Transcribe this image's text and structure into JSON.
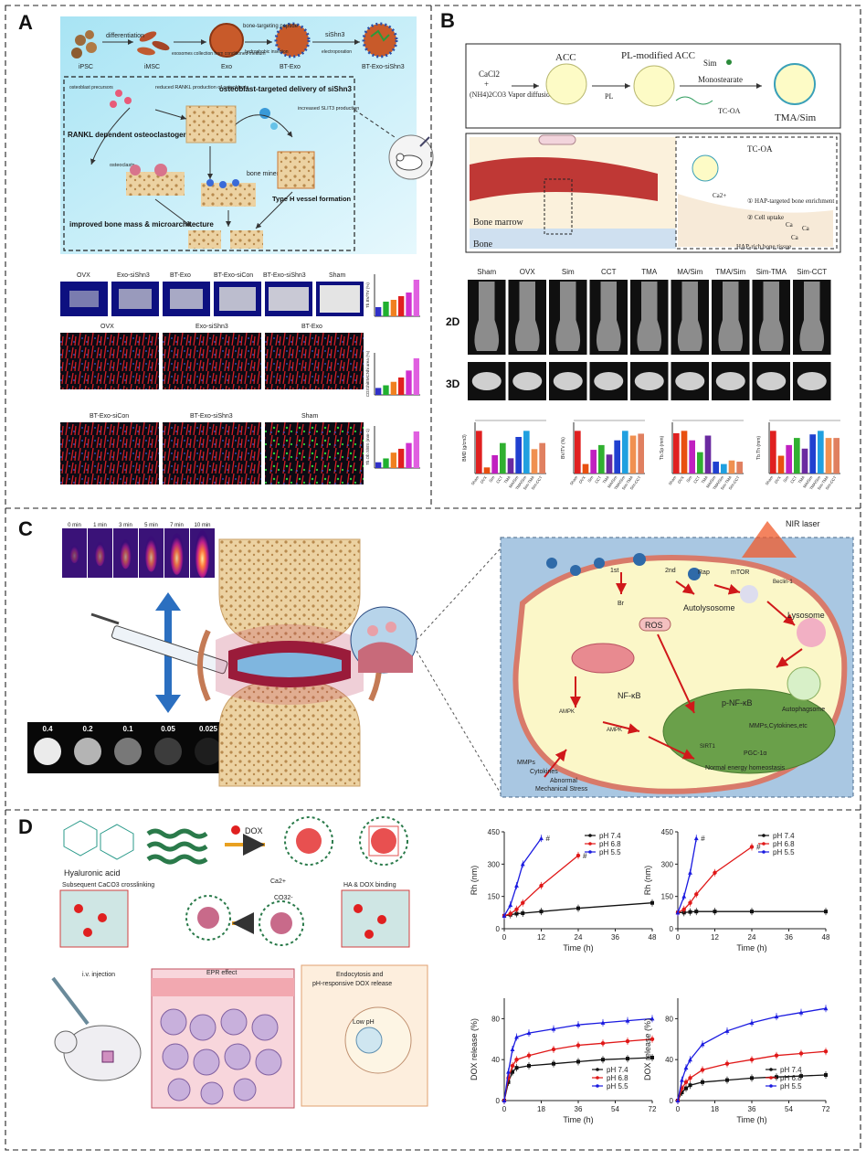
{
  "panels": {
    "A": {
      "letter": "A",
      "scheme": {
        "cells": [
          "iPSC",
          "iMSC",
          "Exo",
          "BT-Exo",
          "BT-Exo-siShn3"
        ],
        "arrows": [
          "differentiation",
          "exosomes collection from conditioned medium",
          "bone-targeting peptide",
          "hydrophobic insertion",
          "siShn3",
          "electroporation"
        ],
        "texts": [
          "osteoblast precursors",
          "reduced RANKL production of osteoblasts",
          "osteoblast-targeted delivery of siShn3",
          "increased SLIT3 production",
          "RANKL dependent osteoclastogenesis",
          "osteoclasts",
          "bone mineralization",
          "Type H vessel formation",
          "improved bone mass & microarchitecture"
        ]
      },
      "ct_labels": [
        "OVX",
        "Exo-siShn3",
        "BT-Exo",
        "BT-Exo-siCon",
        "BT-Exo-siShn3",
        "Sham"
      ],
      "if_labels_row1": [
        "OVX",
        "Exo-siShn3",
        "BT-Exo"
      ],
      "if_labels_row2": [
        "BT-Exo-siCon",
        "BT-Exo-siShn3",
        "Sham"
      ],
      "bar_ylabels": [
        "Tb.BV/TV (%)",
        "CD31hiEMCNhi area (%)",
        "Tb.Ob.S/BS (mm-1)"
      ],
      "bar_values": [
        [
          5,
          8,
          9,
          11,
          13,
          20
        ],
        [
          8,
          11,
          15,
          20,
          28,
          42
        ],
        [
          3,
          5,
          8,
          10,
          13,
          19
        ]
      ],
      "bar_colors": [
        "#3030c8",
        "#20b030",
        "#f08020",
        "#e02020",
        "#d030d0",
        "#e060e0"
      ]
    },
    "B": {
      "letter": "B",
      "scheme": {
        "reagents": [
          "CaCl2",
          "+",
          "(NH4)2CO3"
        ],
        "steps": [
          "Vapor diffusion",
          "PL",
          "Monostearate"
        ],
        "particles": [
          "ACC",
          "PL-modified ACC",
          "Sim",
          "TC-OA",
          "TMA/Sim"
        ],
        "tissue": [
          "Bone marrow",
          "Bone",
          "TC-OA",
          "Ca2+",
          "① HAP-targeted bone enrichment",
          "② Cell uptake",
          "Ca",
          "Ca",
          "Ca",
          "HAP-rich bone tissue"
        ]
      },
      "groups": [
        "Sham",
        "OVX",
        "Sim",
        "CCT",
        "TMA",
        "MA/Sim",
        "TMA/Sim",
        "Sim-TMA",
        "Sim-CCT"
      ],
      "row_labels": [
        "2D",
        "3D"
      ],
      "bar_ylabels": [
        "BMD (g/cm3)",
        "BV/TV (%)",
        "Tb.Sp (mm)",
        "Tb.Th (mm)"
      ],
      "bar_values": [
        [
          0.14,
          0.02,
          0.06,
          0.1,
          0.05,
          0.12,
          0.14,
          0.08,
          0.1
        ],
        [
          45,
          10,
          25,
          30,
          20,
          35,
          45,
          40,
          42
        ],
        [
          1.7,
          1.8,
          1.4,
          0.9,
          1.6,
          0.5,
          0.4,
          0.55,
          0.5
        ],
        [
          0.12,
          0.05,
          0.08,
          0.1,
          0.07,
          0.11,
          0.12,
          0.1,
          0.1
        ]
      ],
      "bar_colors": [
        "#e02020",
        "#e85010",
        "#c020c0",
        "#30b030",
        "#6a2aa0",
        "#2040d0",
        "#20a0e0",
        "#f09050",
        "#e08060"
      ]
    },
    "C": {
      "letter": "C",
      "times": [
        "0 min",
        "1 min",
        "3 min",
        "5 min",
        "7 min",
        "10 min"
      ],
      "concentrations": [
        "0.4",
        "0.2",
        "0.1",
        "0.05",
        "0.025"
      ],
      "laser": "NIR laser",
      "labels": [
        "1st",
        "2nd",
        "Rap",
        "mTOR",
        "Beclin-1",
        "Br",
        "Autolysosome",
        "Lysosome",
        "ROS",
        "Autophagsome",
        "NF-κB",
        "p-NF-κB",
        "AMPK",
        "AMPK",
        "MMPs,Cytokines,etc",
        "SIRT1",
        "PGC-1α",
        "Normal energy homeostasis",
        "MMPs",
        "Cytokines",
        "Abnormal",
        "Mechanical Stress"
      ]
    },
    "D": {
      "letter": "D",
      "scheme": {
        "texts": [
          "Hyaluronic acid",
          "DOX",
          "Ca2+",
          "CO32-",
          "Subsequent CaCO3 crosslinking",
          "HA & DOX binding",
          "i.v. injection",
          "EPR effect",
          "Endocytosis and",
          "pH-responsive DOX release",
          "Low pH"
        ]
      },
      "rh_charts": [
        {
          "ylabel": "Rh (nm)",
          "xlabel": "Time (h)",
          "xlim": [
            0,
            48
          ],
          "ylim": [
            0,
            450
          ],
          "xticks": [
            "0",
            "12",
            "24",
            "36",
            "48"
          ],
          "yticks": [
            "0",
            "150",
            "300",
            "450"
          ],
          "legend": [
            "pH 7.4",
            "pH 6.8",
            "pH 5.5"
          ],
          "series": [
            {
              "name": "pH 7.4",
              "x": [
                0,
                2,
                4,
                6,
                12,
                24,
                48
              ],
              "y": [
                60,
                65,
                70,
                72,
                80,
                95,
                120
              ],
              "color": "#111111"
            },
            {
              "name": "pH 6.8",
              "x": [
                0,
                2,
                4,
                6,
                12,
                24
              ],
              "y": [
                60,
                70,
                90,
                120,
                200,
                340
              ],
              "color": "#e01818"
            },
            {
              "name": "pH 5.5",
              "x": [
                0,
                2,
                4,
                6,
                12
              ],
              "y": [
                60,
                110,
                200,
                300,
                420
              ],
              "color": "#1a1ae0"
            }
          ]
        },
        {
          "ylabel": "Rh (nm)",
          "xlabel": "Time (h)",
          "xlim": [
            0,
            48
          ],
          "ylim": [
            0,
            450
          ],
          "xticks": [
            "0",
            "12",
            "24",
            "36",
            "48"
          ],
          "yticks": [
            "0",
            "150",
            "300",
            "450"
          ],
          "legend": [
            "pH 7.4",
            "pH 6.8",
            "pH 5.5"
          ],
          "series": [
            {
              "name": "pH 7.4",
              "x": [
                0,
                2,
                4,
                6,
                12,
                24,
                48
              ],
              "y": [
                75,
                75,
                78,
                80,
                80,
                80,
                80
              ],
              "color": "#111111"
            },
            {
              "name": "pH 6.8",
              "x": [
                0,
                2,
                4,
                6,
                12,
                24
              ],
              "y": [
                75,
                90,
                120,
                160,
                260,
                380
              ],
              "color": "#e01818"
            },
            {
              "name": "pH 5.5",
              "x": [
                0,
                2,
                4,
                6
              ],
              "y": [
                75,
                150,
                260,
                420
              ],
              "color": "#1a1ae0"
            }
          ]
        }
      ],
      "release_charts": [
        {
          "ylabel": "DOX release (%)",
          "xlabel": "Time (h)",
          "xlim": [
            0,
            72
          ],
          "ylim": [
            0,
            100
          ],
          "xticks": [
            "0",
            "18",
            "36",
            "54",
            "72"
          ],
          "yticks": [
            "0",
            "40",
            "80"
          ],
          "legend": [
            "pH 7.4",
            "pH 6.8",
            "pH 5.5"
          ],
          "series": [
            {
              "name": "pH 7.4",
              "x": [
                0,
                2,
                4,
                6,
                12,
                24,
                36,
                48,
                60,
                72
              ],
              "y": [
                0,
                18,
                28,
                32,
                34,
                36,
                38,
                40,
                41,
                42
              ],
              "color": "#111111"
            },
            {
              "name": "pH 6.8",
              "x": [
                0,
                2,
                4,
                6,
                12,
                24,
                36,
                48,
                60,
                72
              ],
              "y": [
                0,
                22,
                34,
                40,
                44,
                50,
                54,
                56,
                58,
                60
              ],
              "color": "#e01818"
            },
            {
              "name": "pH 5.5",
              "x": [
                0,
                2,
                4,
                6,
                12,
                24,
                36,
                48,
                60,
                72
              ],
              "y": [
                0,
                28,
                50,
                62,
                66,
                70,
                74,
                76,
                78,
                80
              ],
              "color": "#1a1ae0"
            }
          ]
        },
        {
          "ylabel": "DOX release (%)",
          "xlabel": "Time (h)",
          "xlim": [
            0,
            72
          ],
          "ylim": [
            0,
            100
          ],
          "xticks": [
            "0",
            "18",
            "36",
            "54",
            "72"
          ],
          "yticks": [
            "0",
            "40",
            "80"
          ],
          "legend": [
            "pH 7.4",
            "pH 6.8",
            "pH 5.5"
          ],
          "series": [
            {
              "name": "pH 7.4",
              "x": [
                0,
                2,
                4,
                6,
                12,
                24,
                36,
                48,
                60,
                72
              ],
              "y": [
                0,
                8,
                12,
                15,
                18,
                20,
                22,
                23,
                24,
                25
              ],
              "color": "#111111"
            },
            {
              "name": "pH 6.8",
              "x": [
                0,
                2,
                4,
                6,
                12,
                24,
                36,
                48,
                60,
                72
              ],
              "y": [
                0,
                12,
                18,
                22,
                30,
                36,
                40,
                44,
                46,
                48
              ],
              "color": "#e01818"
            },
            {
              "name": "pH 5.5",
              "x": [
                0,
                2,
                4,
                6,
                12,
                24,
                36,
                48,
                60,
                72
              ],
              "y": [
                0,
                20,
                32,
                40,
                55,
                68,
                76,
                82,
                86,
                90
              ],
              "color": "#1a1ae0"
            }
          ]
        }
      ]
    }
  }
}
